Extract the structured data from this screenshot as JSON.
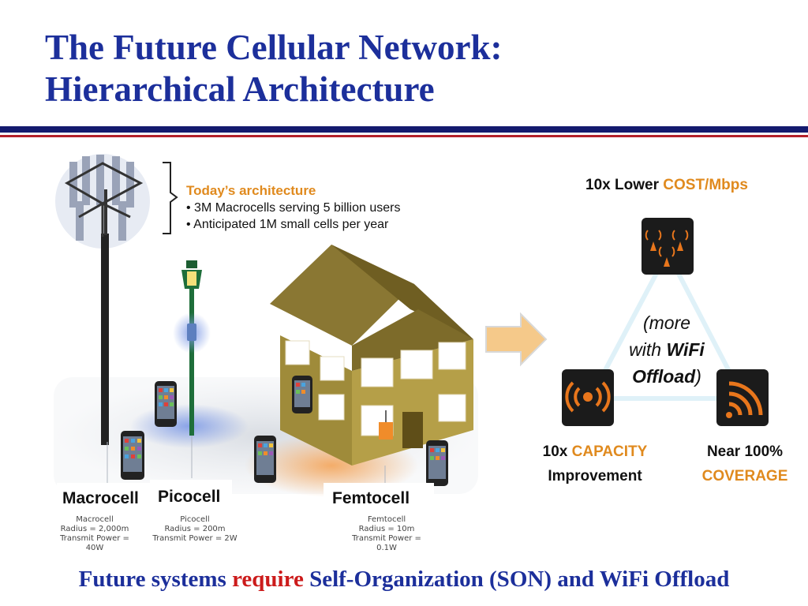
{
  "title": {
    "line1": "The Future Cellular Network:",
    "line2": "Hierarchical Architecture"
  },
  "architecture": {
    "heading": "Today’s architecture",
    "bullets": [
      "• 3M Macrocells serving 5 billion users",
      "• Anticipated 1M small cells per year"
    ]
  },
  "cells": {
    "macro": {
      "label": "Macrocell",
      "name": "Macrocell",
      "radius": "Radius = 2,000m",
      "power": "Transmit Power = 40W"
    },
    "pico": {
      "label": "Picocell",
      "name": "Picocell",
      "radius": "Radius = 200m",
      "power": "Transmit Power = 2W"
    },
    "femto": {
      "label": "Femtocell",
      "name": "Femtocell",
      "radius": "Radius = 10m",
      "power": "Transmit Power = 0.1W"
    }
  },
  "benefits": {
    "cost": {
      "prefix": "10x Lower ",
      "highlight": "COST/Mbps"
    },
    "capacity": {
      "prefix": "10x ",
      "highlight": "CAPACITY",
      "line2": "Improvement"
    },
    "coverage": {
      "line1": "Near 100%",
      "highlight": "COVERAGE"
    }
  },
  "wifi_note": {
    "open": "(more",
    "with": "with ",
    "wifi": "WiFi",
    "offload": "Offload",
    "close": ")"
  },
  "footer": {
    "part1": "Future systems ",
    "emphasis": "require",
    "part2": " Self-Organization (SON) and WiFi Offload"
  },
  "colors": {
    "title_blue": "#1c2f9b",
    "accent_orange": "#e08a1e",
    "emphasis_red": "#cc1b1b",
    "rule_navy": "#141a6e",
    "rule_red": "#b3202a"
  },
  "icons": [
    "cell-tower-icon",
    "street-lamp-icon",
    "smartphone-icon",
    "house-icon",
    "arrow-right-icon",
    "antennas-icon",
    "broadcast-icon",
    "wifi-icon"
  ]
}
